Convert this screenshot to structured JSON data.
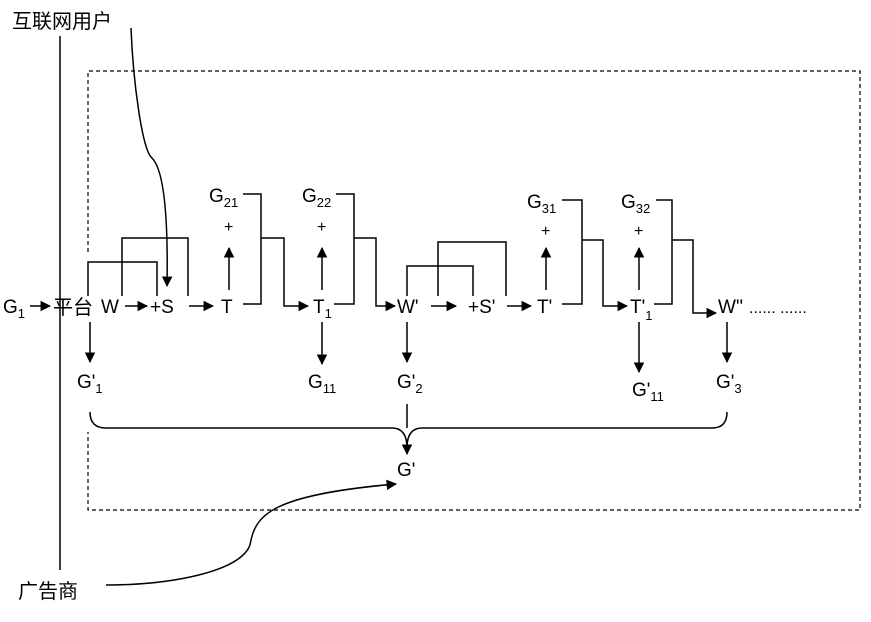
{
  "actors": {
    "internet_users": "互联网用户",
    "advertisers": "广告商"
  },
  "nodes": {
    "g1": {
      "base": "G",
      "sub": "1"
    },
    "platform": "平台",
    "w": "W",
    "plus_s": "+S",
    "t": "T",
    "t1": {
      "base": "T",
      "sub": "1"
    },
    "w_prime": "W'",
    "plus_s_prime": "+S'",
    "t_prime": "T'",
    "t_prime_1": {
      "base": "T'",
      "sub": "1"
    },
    "w_double_prime": "W''",
    "ellipsis": "...... ......",
    "g21": {
      "base": "G",
      "sub": "21"
    },
    "g22": {
      "base": "G",
      "sub": "22"
    },
    "g31": {
      "base": "G",
      "sub": "31"
    },
    "g32": {
      "base": "G",
      "sub": "32"
    },
    "plus": "+",
    "g_prime_1": {
      "base": "G'",
      "sub": "1"
    },
    "g11": {
      "base": "G",
      "sub": "11"
    },
    "g_prime_2": {
      "base": "G'",
      "sub": "2"
    },
    "g_prime_11": {
      "base": "G'",
      "sub": "11"
    },
    "g_prime_3": {
      "base": "G'",
      "sub": "3"
    },
    "g_prime": "G'"
  }
}
